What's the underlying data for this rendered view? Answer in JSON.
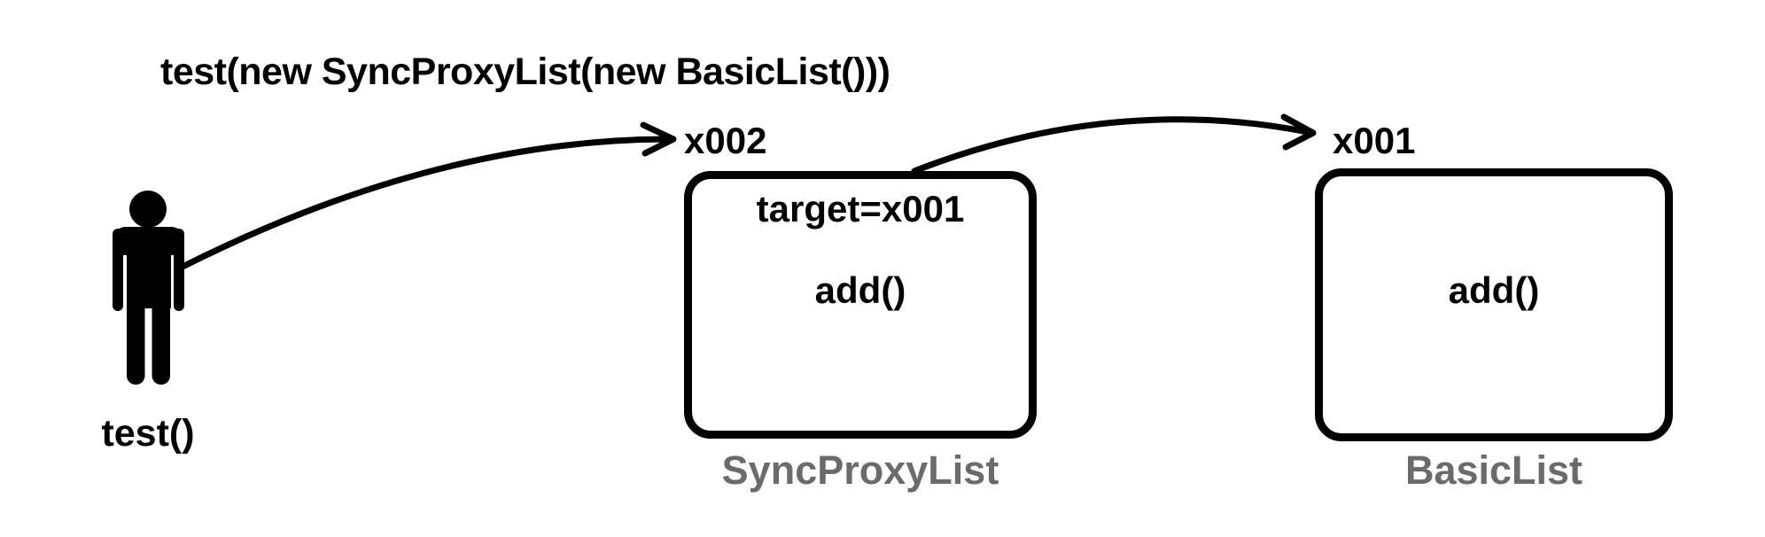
{
  "title": "test(new SyncProxyList(new BasicList()))",
  "actor": {
    "label": "test()"
  },
  "objects": [
    {
      "ref": "x002",
      "class_name": "SyncProxyList",
      "field": "target=x001",
      "method": "add()"
    },
    {
      "ref": "x001",
      "class_name": "BasicList",
      "method": "add()"
    }
  ],
  "arrows": [
    {
      "from": "test()",
      "to": "x002"
    },
    {
      "from": "x002",
      "to": "x001"
    }
  ],
  "colors": {
    "ink": "#000000",
    "class_label": "#6b6b6b",
    "background": "#ffffff"
  }
}
